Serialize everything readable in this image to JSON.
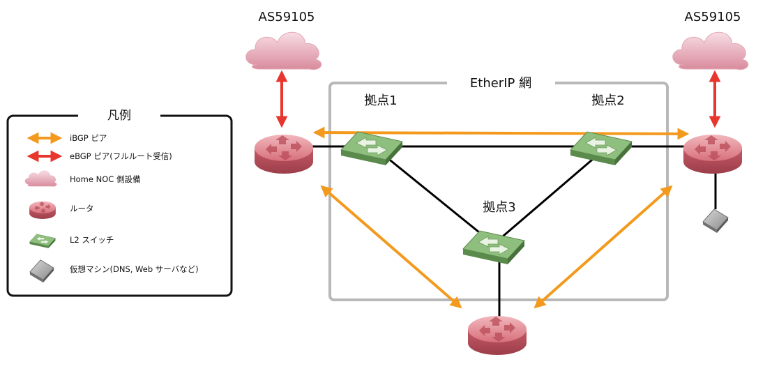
{
  "ases": {
    "left_label": "AS59105",
    "right_label": "AS59105"
  },
  "network": {
    "title": "EtherIP 網",
    "site1": "拠点1",
    "site2": "拠点2",
    "site3": "拠点3"
  },
  "legend": {
    "title": "凡例",
    "items": [
      {
        "icon": "orange-double-arrow-icon",
        "label": "iBGP ピア"
      },
      {
        "icon": "red-double-arrow-icon",
        "label": "eBGP ピア(フルルート受信)"
      },
      {
        "icon": "cloud-icon",
        "label": "Home NOC 側設備"
      },
      {
        "icon": "router-icon",
        "label": "ルータ"
      },
      {
        "icon": "l2-switch-icon",
        "label": "L2 スイッチ"
      },
      {
        "icon": "vm-icon",
        "label": "仮想マシン(DNS, Web サーバなど)"
      }
    ]
  },
  "colors": {
    "ibgp": "#f39a1e",
    "ebgp": "#e8362f",
    "router": "#d9757f",
    "switch": "#6fa35f",
    "cloud": "#e7a2b2",
    "frame": "#b8b8b8"
  }
}
